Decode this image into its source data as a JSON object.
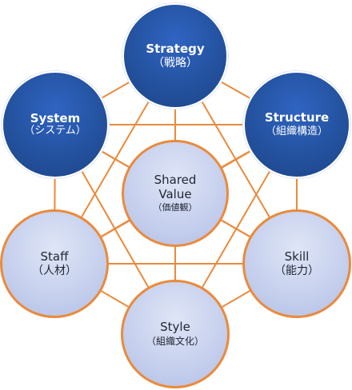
{
  "nodes": {
    "strategy": {
      "en": "Strategy",
      "jp": "（戦略）"
    },
    "structure": {
      "en": "Structure",
      "jp": "（組織構造）"
    },
    "system": {
      "en": "System",
      "jp": "（システム）"
    },
    "shared": {
      "en1": "Shared",
      "en2": "Value",
      "jp": "（価値観）"
    },
    "staff": {
      "en": "Staff",
      "jp": "（人材）"
    },
    "skill": {
      "en": "Skill",
      "jp": "（能力）"
    },
    "style": {
      "en": "Style",
      "jp": "（組織文化）"
    }
  },
  "colors": {
    "hard_node": "#24529f",
    "soft_node": "#c7d1ee",
    "connector": "#ea8a3c"
  }
}
